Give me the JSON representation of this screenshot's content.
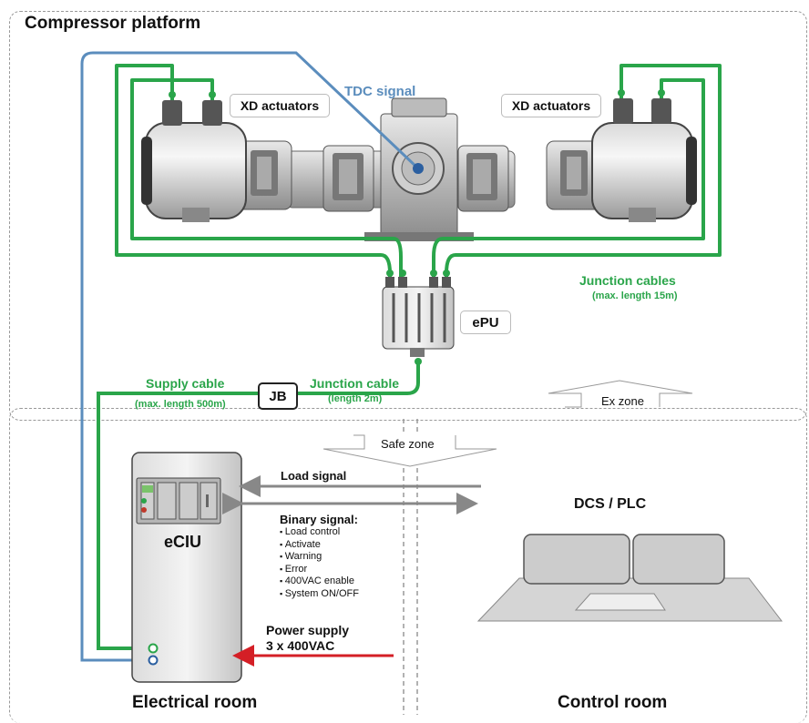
{
  "zones": {
    "compressor_platform": "Compressor platform",
    "electrical_room": "Electrical room",
    "control_room": "Control room",
    "ex_zone": "Ex zone",
    "safe_zone": "Safe zone"
  },
  "labels": {
    "tdc_signal": "TDC signal",
    "xd_actuators_left": "XD actuators",
    "xd_actuators_right": "XD actuators",
    "junction_cables": "Junction cables",
    "junction_cables_note": "(max. length 15m)",
    "epu": "ePU",
    "supply_cable": "Supply cable",
    "supply_cable_note": "(max. length 500m)",
    "jb": "JB",
    "junction_cable": "Junction cable",
    "junction_cable_note": "(length 2m)",
    "eciu": "eCIU",
    "load_signal": "Load signal",
    "binary_signal": "Binary signal:",
    "binary_items": [
      "Load control",
      "Activate",
      "Warning",
      "Error",
      "400VAC enable",
      "System ON/OFF"
    ],
    "power_supply": "Power supply",
    "power_spec": "3 x 400VAC",
    "dcs_plc": "DCS / PLC"
  },
  "colors": {
    "green_cable": "#2aa54a",
    "blue_cable": "#5b8dbd",
    "power_arrow": "#d41f26",
    "signal_arrow": "#888888",
    "zone_border": "#999999"
  }
}
